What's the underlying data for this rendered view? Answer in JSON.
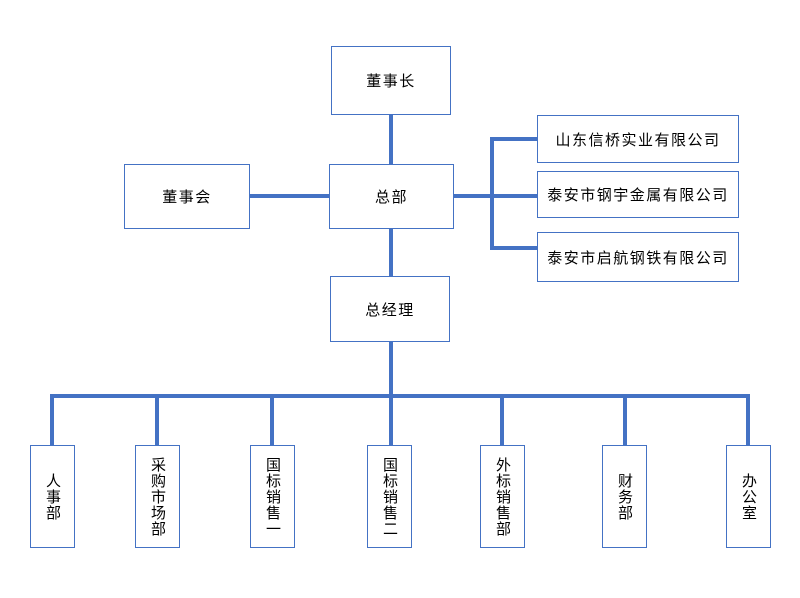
{
  "chart": {
    "type": "org-chart",
    "colors": {
      "line": "#4472C4",
      "box_border": "#4472C4",
      "background": "#FFFFFF",
      "text": "#000000"
    },
    "nodes": {
      "chairman": {
        "label": "董事长"
      },
      "board": {
        "label": "董事会"
      },
      "headquarters": {
        "label": "总部"
      },
      "general_manager": {
        "label": "总经理"
      },
      "subsidiaries": [
        {
          "label": "山东信桥实业有限公司"
        },
        {
          "label": "泰安市钢宇金属有限公司"
        },
        {
          "label": "泰安市启航钢铁有限公司"
        }
      ],
      "departments": [
        {
          "label": "人事部"
        },
        {
          "label": "采购市场部"
        },
        {
          "label": "国标销售一"
        },
        {
          "label": "国标销售二"
        },
        {
          "label": "外标销售部"
        },
        {
          "label": "财务部"
        },
        {
          "label": "办公室"
        }
      ]
    }
  }
}
